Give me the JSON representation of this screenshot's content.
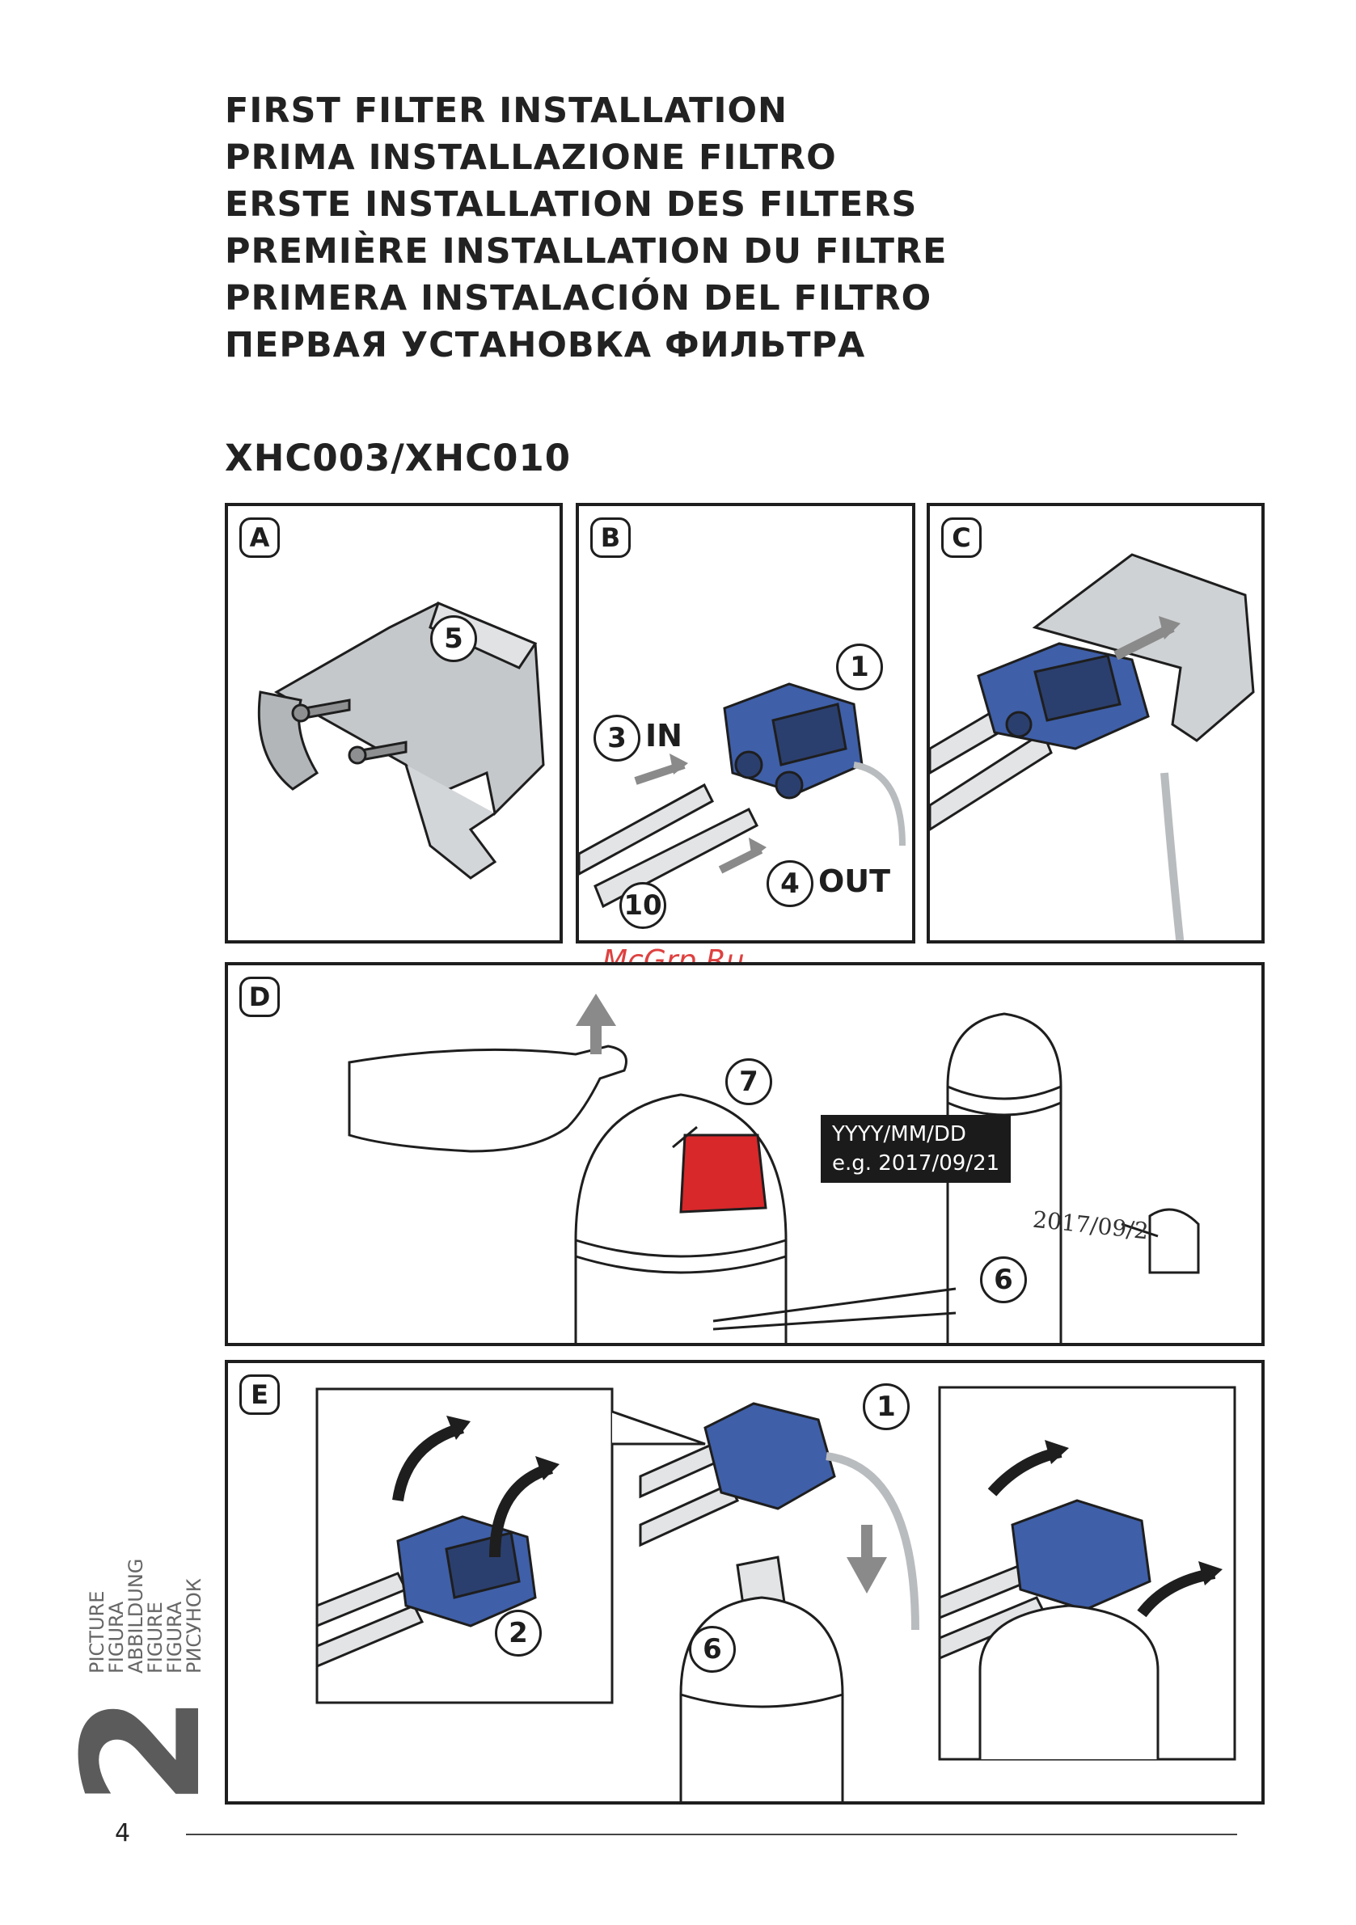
{
  "titles": [
    "FIRST FILTER INSTALLATION",
    "PRIMA INSTALLAZIONE FILTRO",
    "ERSTE INSTALLATION DES FILTERS",
    "PREMIÈRE INSTALLATION DU FILTRE",
    "PRIMERA INSTALACIÓN DEL FILTRO",
    "ПЕРВАЯ УСТАНОВКА ФИЛЬТРА"
  ],
  "model": "XHC003/XHC010",
  "panels": {
    "a": {
      "letter": "A",
      "callouts": [
        "5"
      ]
    },
    "b": {
      "letter": "B",
      "callouts": [
        "1",
        "3",
        "4",
        "10"
      ],
      "in_label": "IN",
      "out_label": "OUT"
    },
    "c": {
      "letter": "C"
    },
    "d": {
      "letter": "D",
      "callouts": [
        "7",
        "6"
      ],
      "date_format": "YYYY/MM/DD",
      "date_example": "e.g. 2017/09/21",
      "handwritten_date": "2017/09/2"
    },
    "e": {
      "letter": "E",
      "callouts": [
        "1",
        "2",
        "6"
      ]
    }
  },
  "watermark": "McGrp.Ru",
  "side_labels": [
    "PICTURE",
    "FIGURA",
    "ABBILDUNG",
    "FIGURE",
    "FIGURA",
    "РИСУНОК"
  ],
  "figure_number": "2",
  "page_number": "4",
  "colors": {
    "blue_head": "#3f5fa8",
    "red_cap": "#d8282a",
    "outline": "#1e1e1e",
    "grey_part": "#b9bcbf",
    "arrow_grey": "#8a8a8a"
  }
}
